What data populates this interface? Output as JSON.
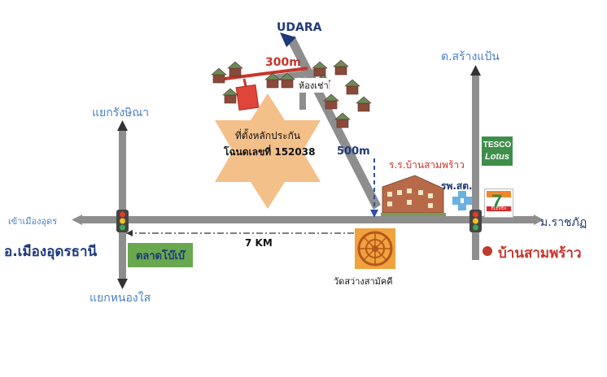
{
  "map": {
    "udara": "UDARA",
    "dist_300": "300m",
    "dist_500": "500m",
    "dist_7km": "7 KM",
    "room_rental": "ห้องเช่า",
    "plot_line1": "ที่ตั้งหลักประกัน",
    "plot_line2": "โฉนดเลขที่ 152038",
    "north_right": "ต.สร้างแป้น",
    "north_left": "แยกรังษิณา",
    "west": "เข้าเมืองอุดร",
    "south_left": "แยกหนองใส",
    "east": "ม.ราชภัฏ",
    "city": "อ.เมืองอุดรธานี",
    "market": "ตลาดโบ๊เบ๊",
    "school": "ร.ร.บ้านสามพร้าว",
    "health_station": "รพ.สต.",
    "temple": "วัดสว่างสามัคคี",
    "village": "บ้านสามพร้าว",
    "tesco_line1": "TESCO",
    "tesco_line2": "Lotus",
    "seven_eleven": "ELEVEn",
    "colors": {
      "road": "#8e8e8e",
      "route": "#c8352c",
      "plot": "#e0453a",
      "star": "#f4c08a",
      "market": "#6aa84f",
      "tesco": "#3f8e4a",
      "temple": "#f0a23c",
      "village_dot": "#c0392b"
    }
  }
}
